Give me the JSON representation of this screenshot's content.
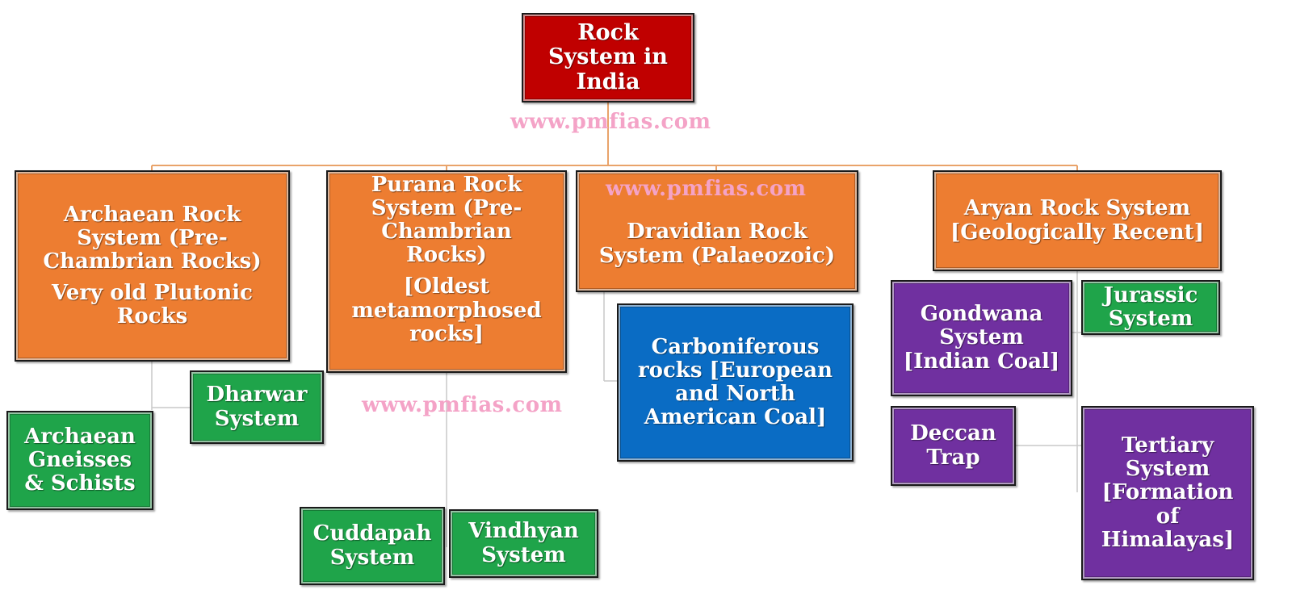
{
  "title": {
    "lines": [
      "Rock",
      "System in",
      "India"
    ]
  },
  "watermarks": [
    "www.pmfias.com",
    "www.pmfias.com",
    "www.pmfias.com"
  ],
  "nodes": {
    "archaean": {
      "lines": [
        "Archaean Rock",
        "System (Pre-",
        "Chambrian Rocks)"
      ],
      "sub": [
        "Very old Plutonic",
        "Rocks"
      ]
    },
    "purana": {
      "lines": [
        "Purana Rock",
        "System  (Pre-",
        "Chambrian",
        "Rocks)"
      ],
      "sub": [
        "[Oldest",
        "metamorphosed",
        "rocks]"
      ]
    },
    "dravidian": {
      "lines": [
        "Dravidian Rock",
        "System (Palaeozoic)"
      ]
    },
    "aryan": {
      "lines": [
        "Aryan Rock System",
        "[Geologically Recent]"
      ]
    },
    "dharwar": {
      "lines": [
        "Dharwar",
        "System"
      ]
    },
    "gneisses": {
      "lines": [
        "Archaean",
        "Gneisses",
        "& Schists"
      ]
    },
    "cuddapah": {
      "lines": [
        "Cuddapah",
        "System"
      ]
    },
    "vindhyan": {
      "lines": [
        "Vindhyan",
        "System"
      ]
    },
    "carboniferous": {
      "lines": [
        "Carboniferous",
        "rocks [European",
        "and North",
        "American Coal]"
      ]
    },
    "gondwana": {
      "lines": [
        "Gondwana",
        "System",
        "[Indian Coal]"
      ]
    },
    "jurassic": {
      "lines": [
        "Jurassic",
        "System"
      ]
    },
    "deccan": {
      "lines": [
        "Deccan",
        "Trap"
      ]
    },
    "tertiary": {
      "lines": [
        "Tertiary",
        "System",
        "[Formation",
        "of",
        "Himalayas]"
      ]
    }
  }
}
